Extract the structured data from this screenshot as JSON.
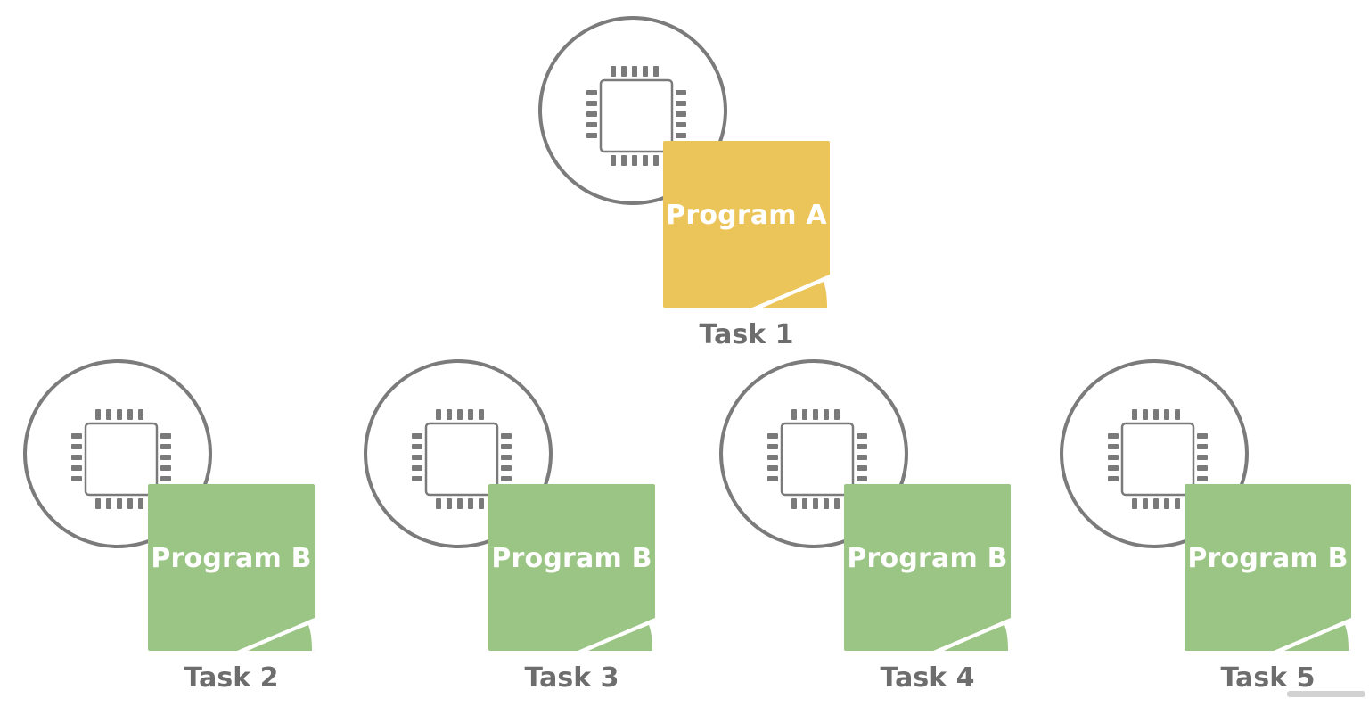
{
  "colors": {
    "ring": "#7b7b7b",
    "chip": "#7a7a7a",
    "program_a": "#ecc55a",
    "program_b": "#9bc585",
    "card_text": "#ffffff",
    "task_text": "#6d6d6d"
  },
  "icons": {
    "processor": "cpu-chip-icon"
  },
  "nodes": [
    {
      "program": "Program A",
      "task": "Task 1",
      "variant": "a"
    },
    {
      "program": "Program B",
      "task": "Task 2",
      "variant": "b"
    },
    {
      "program": "Program B",
      "task": "Task 3",
      "variant": "b"
    },
    {
      "program": "Program B",
      "task": "Task 4",
      "variant": "b"
    },
    {
      "program": "Program B",
      "task": "Task 5",
      "variant": "b"
    }
  ]
}
